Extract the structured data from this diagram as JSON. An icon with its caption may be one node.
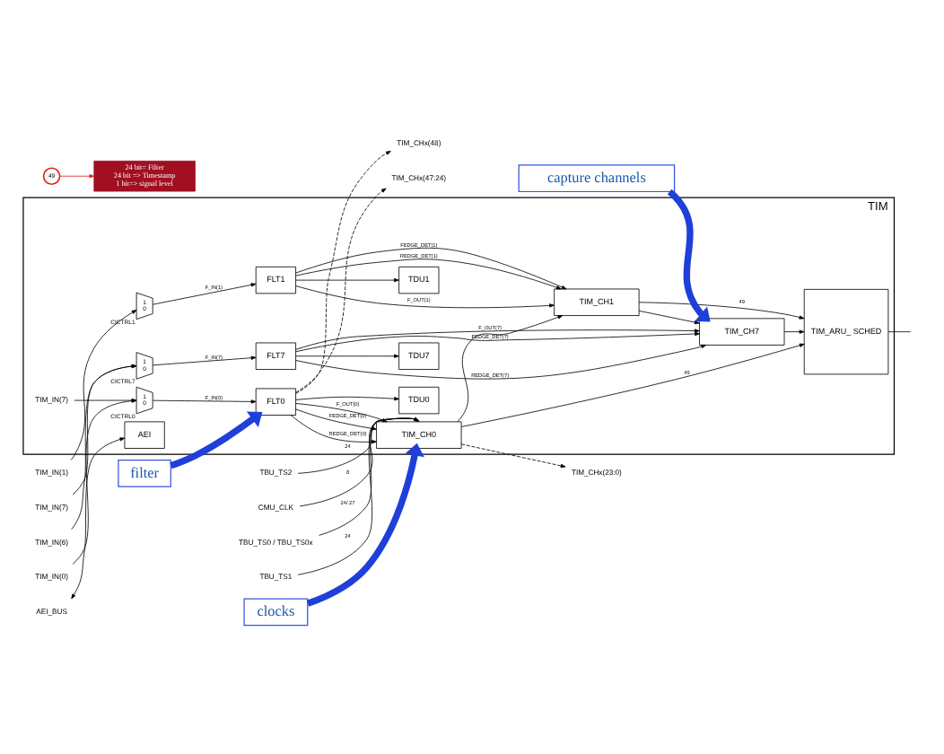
{
  "diagram": {
    "nodes": [
      {
        "text": [
          "TIM"
        ]
      },
      {
        "text": [
          "TIM_IN(0)"
        ]
      },
      {
        "text": [
          "TIM_IN(1)"
        ]
      },
      {
        "text": [
          "TIM_IN(6)"
        ]
      },
      {
        "text": [
          "TIM_IN(7)"
        ]
      },
      {
        "text": [
          "AEI_BUS"
        ]
      },
      {
        "text": [
          "1",
          "0"
        ],
        "beside": [
          "CICTRL0"
        ],
        "in": 0
      },
      {
        "text": [
          "1",
          "0"
        ],
        "beside": [
          "CICTRL1"
        ],
        "in": 0
      },
      {
        "text": [
          "1",
          "0"
        ],
        "beside": [
          "CICTRL7"
        ],
        "in": 0
      },
      {
        "text": [
          "FLT0"
        ],
        "in": 0
      },
      {
        "text": [
          "FLT1"
        ],
        "in": 0
      },
      {
        "text": [
          "FLT7"
        ],
        "in": 0
      },
      {
        "text": [
          "TDU0"
        ],
        "in": 0
      },
      {
        "text": [
          "TDU1"
        ],
        "in": 0
      },
      {
        "text": [
          "TDU7"
        ],
        "in": 0
      },
      {
        "text": [
          "TIM_CH0"
        ],
        "in": 0
      },
      {
        "text": [
          "TIM_CH1"
        ],
        "in": 0
      },
      {
        "text": [
          "TIM_CH7"
        ],
        "in": 0
      },
      {
        "text": [
          "TIM_ARU_ SCHED"
        ],
        "in": 0
      },
      {
        "text": [
          "AEI"
        ],
        "in": 0
      },
      {
        "text": [
          "CMU_CLK"
        ]
      },
      {
        "text": [
          "TBU_TS0 / TBU_TS0x"
        ]
      },
      {
        "text": [
          "TBU_TS1"
        ]
      },
      {
        "text": [
          "TBU_TS2"
        ]
      },
      {
        "text": [
          "TIM_CHx(47:24)"
        ]
      },
      {
        "text": [
          "TIM_CHx(48)"
        ]
      },
      {
        "text": [
          "TIM_CHx(23:0)"
        ]
      },
      {
        "text": [
          "filter"
        ]
      },
      {
        "text": [
          "clocks"
        ]
      },
      {
        "text": [
          "capture channels"
        ]
      },
      {
        "text": [
          "24 bit= Filter",
          "24 bit => Timestamp",
          "1 bit=> signal level"
        ]
      },
      {
        "text": [
          "49"
        ]
      },
      {
        "text": [
          "TIM_IN(7)"
        ],
        "in": 0
      }
    ],
    "edges": [
      {
        "from": 1,
        "to": 6,
        "arrow": "to"
      },
      {
        "from": 32,
        "to": 6,
        "arrow": "to"
      },
      {
        "from": 2,
        "to": 7,
        "arrow": "to"
      },
      {
        "from": 3,
        "to": 8,
        "arrow": "to"
      },
      {
        "from": 4,
        "to": 8,
        "arrow": "to"
      },
      {
        "from": 6,
        "to": 9,
        "arrow": "to",
        "label": "F_IN(0)"
      },
      {
        "from": 7,
        "to": 10,
        "arrow": "to",
        "label": "F_IN(1)"
      },
      {
        "from": 8,
        "to": 11,
        "arrow": "to",
        "label": "F_IN(7)"
      },
      {
        "from": 9,
        "to": 15,
        "arrow": "to",
        "label": "REDGE_DET(0)"
      },
      {
        "from": 9,
        "to": 15,
        "arrow": "to",
        "label": "FEDGE_DET(0)"
      },
      {
        "from": 9,
        "to": 15,
        "arrow": "to",
        "label": "F_OUT(0)"
      },
      {
        "from": 10,
        "to": 16,
        "arrow": "to",
        "label": "REDGE_DET(1)"
      },
      {
        "from": 10,
        "to": 16,
        "arrow": "to",
        "label": "FEDGE_DET(1)"
      },
      {
        "from": 10,
        "to": 16,
        "arrow": "to",
        "label": "F_OUT(1)"
      },
      {
        "from": 11,
        "to": 17,
        "arrow": "to",
        "label": "REDGE_DET(7)"
      },
      {
        "from": 11,
        "to": 17,
        "arrow": "to",
        "label": "FEDGE_DET(7)"
      },
      {
        "from": 11,
        "to": 17,
        "arrow": "to",
        "label": "F_OUT(7)"
      },
      {
        "from": 9,
        "to": 12,
        "arrow": "to"
      },
      {
        "from": 10,
        "to": 13,
        "arrow": "to"
      },
      {
        "from": 11,
        "to": 14,
        "arrow": "to"
      },
      {
        "from": 9,
        "to": 24,
        "arrow": "to",
        "style": "dashed"
      },
      {
        "from": 9,
        "to": 25,
        "arrow": "to",
        "style": "dashed"
      },
      {
        "from": 20,
        "to": 15,
        "arrow": "to",
        "label": "8"
      },
      {
        "from": 21,
        "to": 15,
        "arrow": "to",
        "label": "24/ 27"
      },
      {
        "from": 22,
        "to": 15,
        "arrow": "to",
        "label": "24"
      },
      {
        "from": 23,
        "to": 15,
        "arrow": "to",
        "label": "24"
      },
      {
        "from": 15,
        "to": 16,
        "arrow": "to"
      },
      {
        "from": 16,
        "to": 17,
        "arrow": "to"
      },
      {
        "from": 15,
        "to": 18,
        "arrow": "to",
        "label": "49"
      },
      {
        "from": 16,
        "to": 18,
        "arrow": "to",
        "label": "49"
      },
      {
        "from": 17,
        "to": 18,
        "arrow": "to"
      },
      {
        "from": 15,
        "to": 26,
        "arrow": "to",
        "style": "dashed"
      },
      {
        "from": 18,
        "to": null,
        "arrow": "none"
      },
      {
        "from": 5,
        "to": 19,
        "arrow": "both"
      },
      {
        "from": 27,
        "to": 9,
        "arrow": "to",
        "style": "thick",
        "color": "#1f3fd9"
      },
      {
        "from": 28,
        "to": 15,
        "arrow": "to",
        "style": "thick",
        "color": "#1f3fd9"
      },
      {
        "from": 29,
        "to": 17,
        "arrow": "to",
        "style": "thick",
        "color": "#1f3fd9"
      },
      {
        "from": 31,
        "to": 30,
        "arrow": "to",
        "color": "#e02020"
      }
    ]
  }
}
